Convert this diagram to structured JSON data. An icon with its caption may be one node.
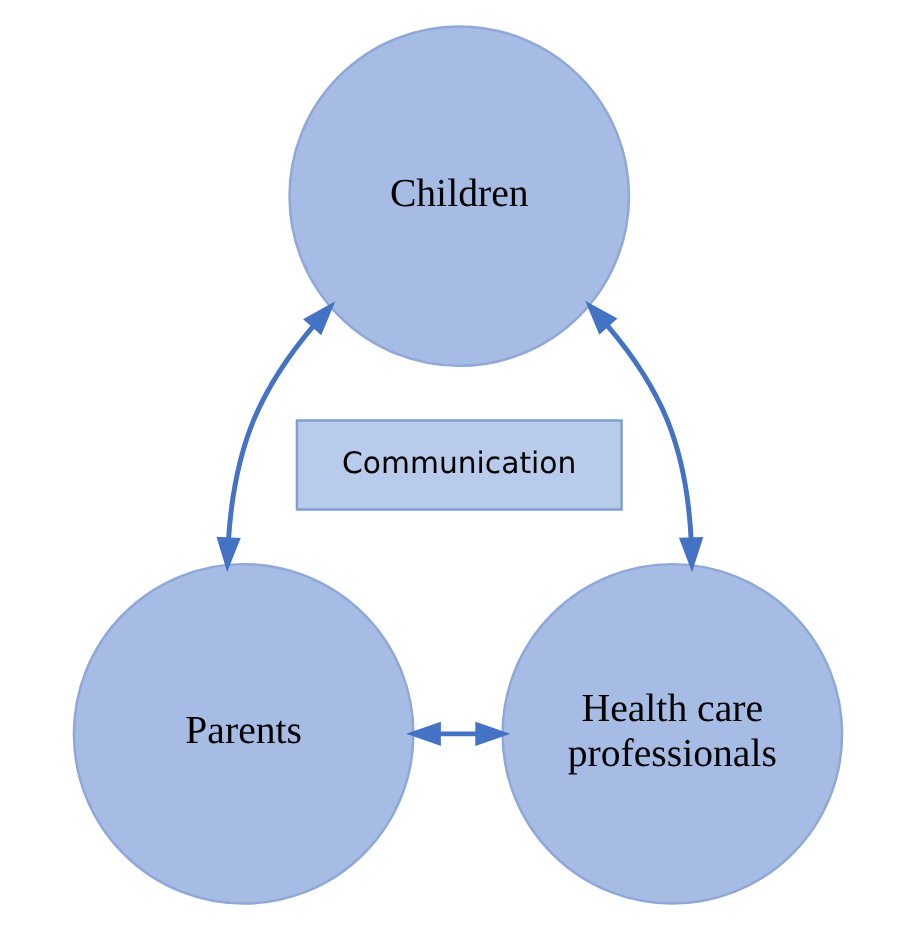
{
  "diagram": {
    "nodes": [
      {
        "text": [
          "Children"
        ]
      },
      {
        "text": [
          "Communication"
        ]
      },
      {
        "text": [
          "Parents"
        ]
      },
      {
        "text": [
          "Health care professionals"
        ]
      }
    ],
    "edges": [
      {
        "from": 0,
        "to": 2,
        "arrow": "both"
      },
      {
        "from": 0,
        "to": 3,
        "arrow": "both"
      },
      {
        "from": 2,
        "to": 3,
        "arrow": "both"
      }
    ]
  }
}
